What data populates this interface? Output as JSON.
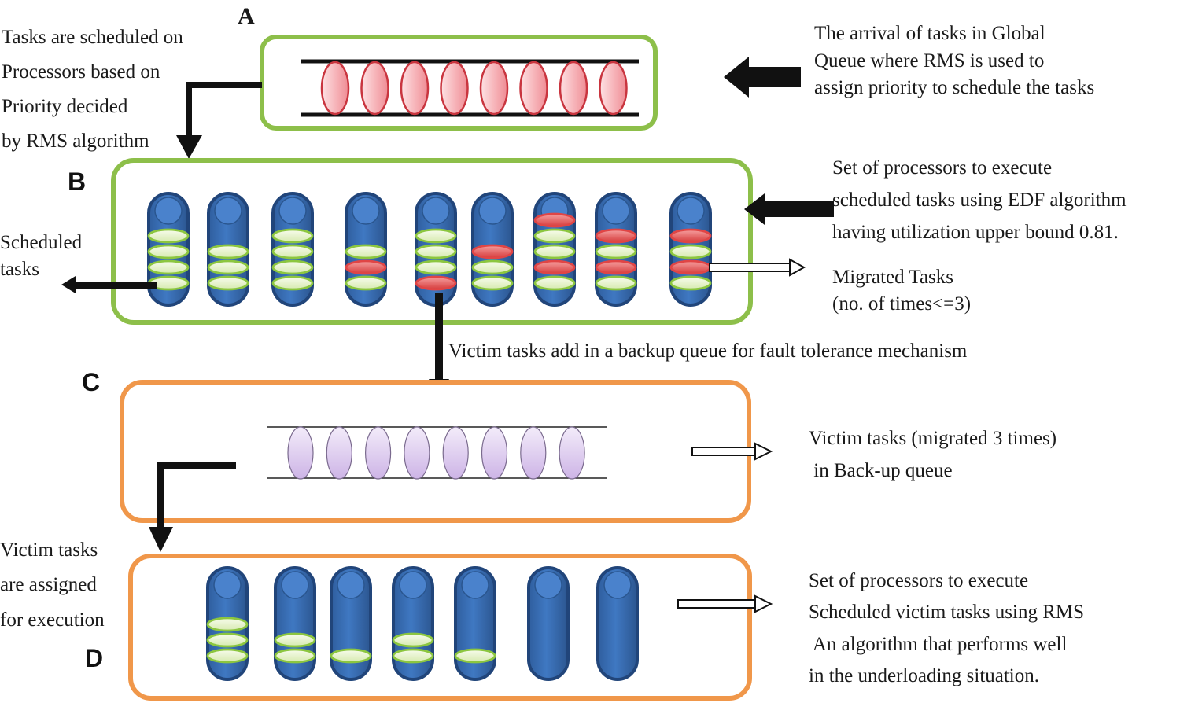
{
  "colors": {
    "green_border": "#8dbf4a",
    "orange_border": "#f0974a",
    "processor_blue": "#3a6fb8",
    "processor_dark": "#28508c",
    "task_green": "#e6f3c8",
    "task_red": "#e05a5a",
    "queue_pink": "#f4a3a8",
    "queue_purple": "#d9c6ec",
    "arrow": "#111111"
  },
  "labels": {
    "A": "A",
    "B": "B",
    "C": "C",
    "D": "D"
  },
  "notes": {
    "rms_scheduling": [
      "Tasks are scheduled on",
      "Processors based on",
      "Priority decided",
      "by RMS algorithm"
    ],
    "global_queue": [
      "The  arrival  of  tasks  in  Global",
      "Queue  where  RMS  is  used  to",
      "assign priority to schedule the tasks"
    ],
    "edf_processors": [
      "Set of processors to execute",
      "scheduled tasks using EDF algorithm",
      "having utilization upper bound 0.81."
    ],
    "scheduled_tasks": [
      "Scheduled",
      "tasks"
    ],
    "migrated": [
      "Migrated Tasks",
      "(no. of times<=3)"
    ],
    "victim_backup": "Victim tasks add in a backup queue for fault tolerance mechanism",
    "backup_queue": [
      "Victim tasks (migrated 3 times)",
      " in Back-up queue"
    ],
    "victim_assigned": [
      "Victim tasks",
      "are assigned",
      "for execution"
    ],
    "rms_processors": [
      "Set of processors to execute",
      "Scheduled victim tasks using RMS",
      " An algorithm that performs well",
      "in the underloading situation."
    ]
  },
  "queues": {
    "global_task_count": 8,
    "backup_task_count": 8
  },
  "processors_B": [
    [
      "g",
      "g",
      "g",
      "g"
    ],
    [
      "g",
      "g",
      "g"
    ],
    [
      "g",
      "g",
      "g",
      "g"
    ],
    [
      "g",
      "r",
      "g"
    ],
    [
      "g",
      "g",
      "g",
      "r"
    ],
    [
      "r",
      "g",
      "g"
    ],
    [
      "r",
      "g",
      "g",
      "r",
      "g"
    ],
    [
      "r",
      "g",
      "r",
      "g"
    ],
    [
      "r",
      "g",
      "r",
      "g"
    ]
  ],
  "processors_D": [
    [
      "g",
      "g",
      "g"
    ],
    [
      "g",
      "g"
    ],
    [
      "g"
    ],
    [
      "g",
      "g"
    ],
    [
      "g"
    ],
    [],
    []
  ]
}
